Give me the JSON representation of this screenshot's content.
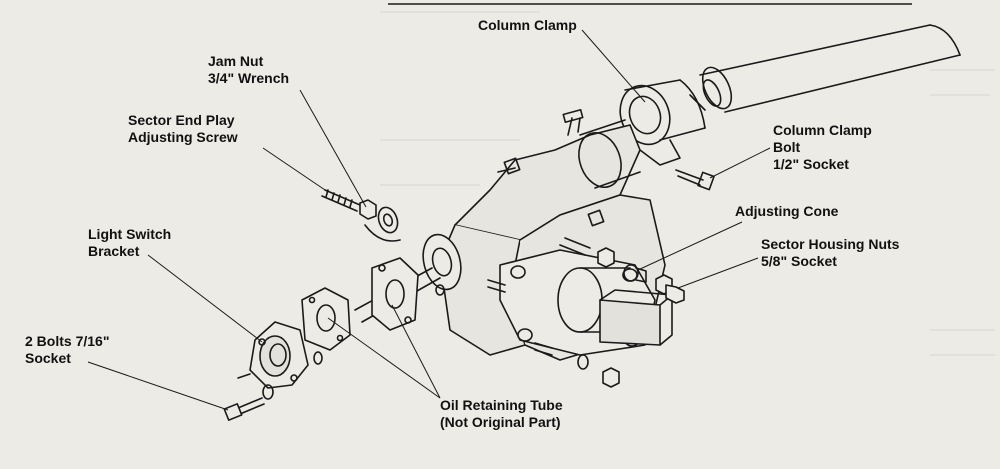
{
  "labels": {
    "column_clamp": "Column Clamp",
    "jam_nut": [
      "Jam Nut",
      "3/4\" Wrench"
    ],
    "sector_end_play": [
      "Sector End Play",
      "Adjusting Screw"
    ],
    "column_clamp_bolt": [
      "Column Clamp",
      "Bolt",
      "1/2\" Socket"
    ],
    "adjusting_cone": "Adjusting Cone",
    "sector_housing_nuts": [
      "Sector Housing Nuts",
      "5/8\" Socket"
    ],
    "light_switch_bracket": [
      "Light Switch",
      "Bracket"
    ],
    "two_bolts": [
      "2 Bolts 7/16\"",
      "Socket"
    ],
    "oil_retaining_tube": [
      "Oil Retaining Tube",
      "(Not Original Part)"
    ]
  },
  "colors": {
    "paper": "#ecebe6",
    "ink": "#1a1a1a",
    "shade": "#d9d8d2"
  }
}
